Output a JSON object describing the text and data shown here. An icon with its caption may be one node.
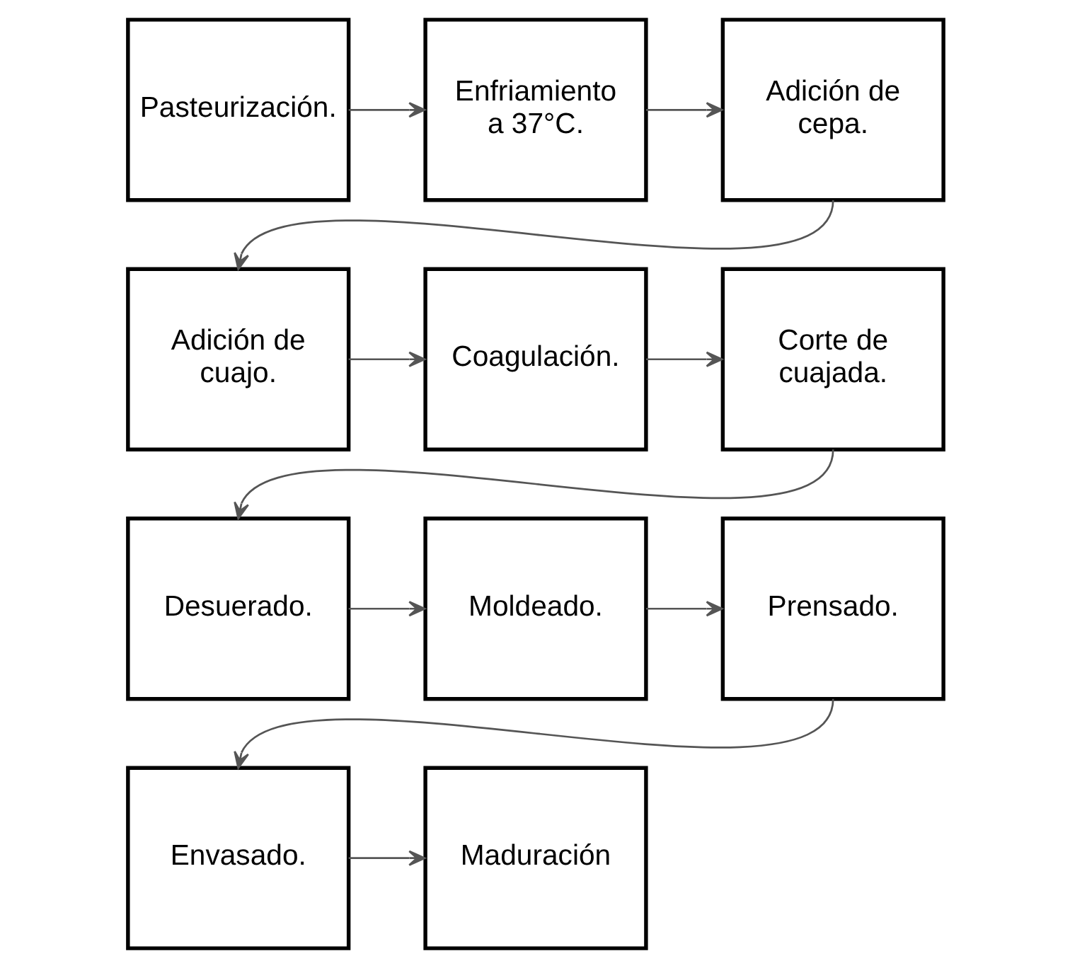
{
  "diagram": {
    "nodes": [
      {
        "text": [
          "Pasteurización."
        ]
      },
      {
        "text": [
          "Enfriamiento a 37°C."
        ]
      },
      {
        "text": [
          "Adición de cepa."
        ]
      },
      {
        "text": [
          "Adición de cuajo."
        ]
      },
      {
        "text": [
          "Coagulación."
        ]
      },
      {
        "text": [
          "Corte de cuajada."
        ]
      },
      {
        "text": [
          "Desuerado."
        ]
      },
      {
        "text": [
          "Moldeado."
        ]
      },
      {
        "text": [
          "Prensado."
        ]
      },
      {
        "text": [
          "Envasado."
        ]
      },
      {
        "text": [
          "Maduración"
        ]
      }
    ],
    "edges": [
      {
        "from": 0,
        "to": 1,
        "arrow": "to"
      },
      {
        "from": 1,
        "to": 2,
        "arrow": "to"
      },
      {
        "from": 2,
        "to": 3,
        "arrow": "to"
      },
      {
        "from": 3,
        "to": 4,
        "arrow": "to"
      },
      {
        "from": 4,
        "to": 5,
        "arrow": "to"
      },
      {
        "from": 5,
        "to": 6,
        "arrow": "to"
      },
      {
        "from": 6,
        "to": 7,
        "arrow": "to"
      },
      {
        "from": 7,
        "to": 8,
        "arrow": "to"
      },
      {
        "from": 8,
        "to": 9,
        "arrow": "to"
      },
      {
        "from": 9,
        "to": 10,
        "arrow": "to"
      }
    ]
  }
}
